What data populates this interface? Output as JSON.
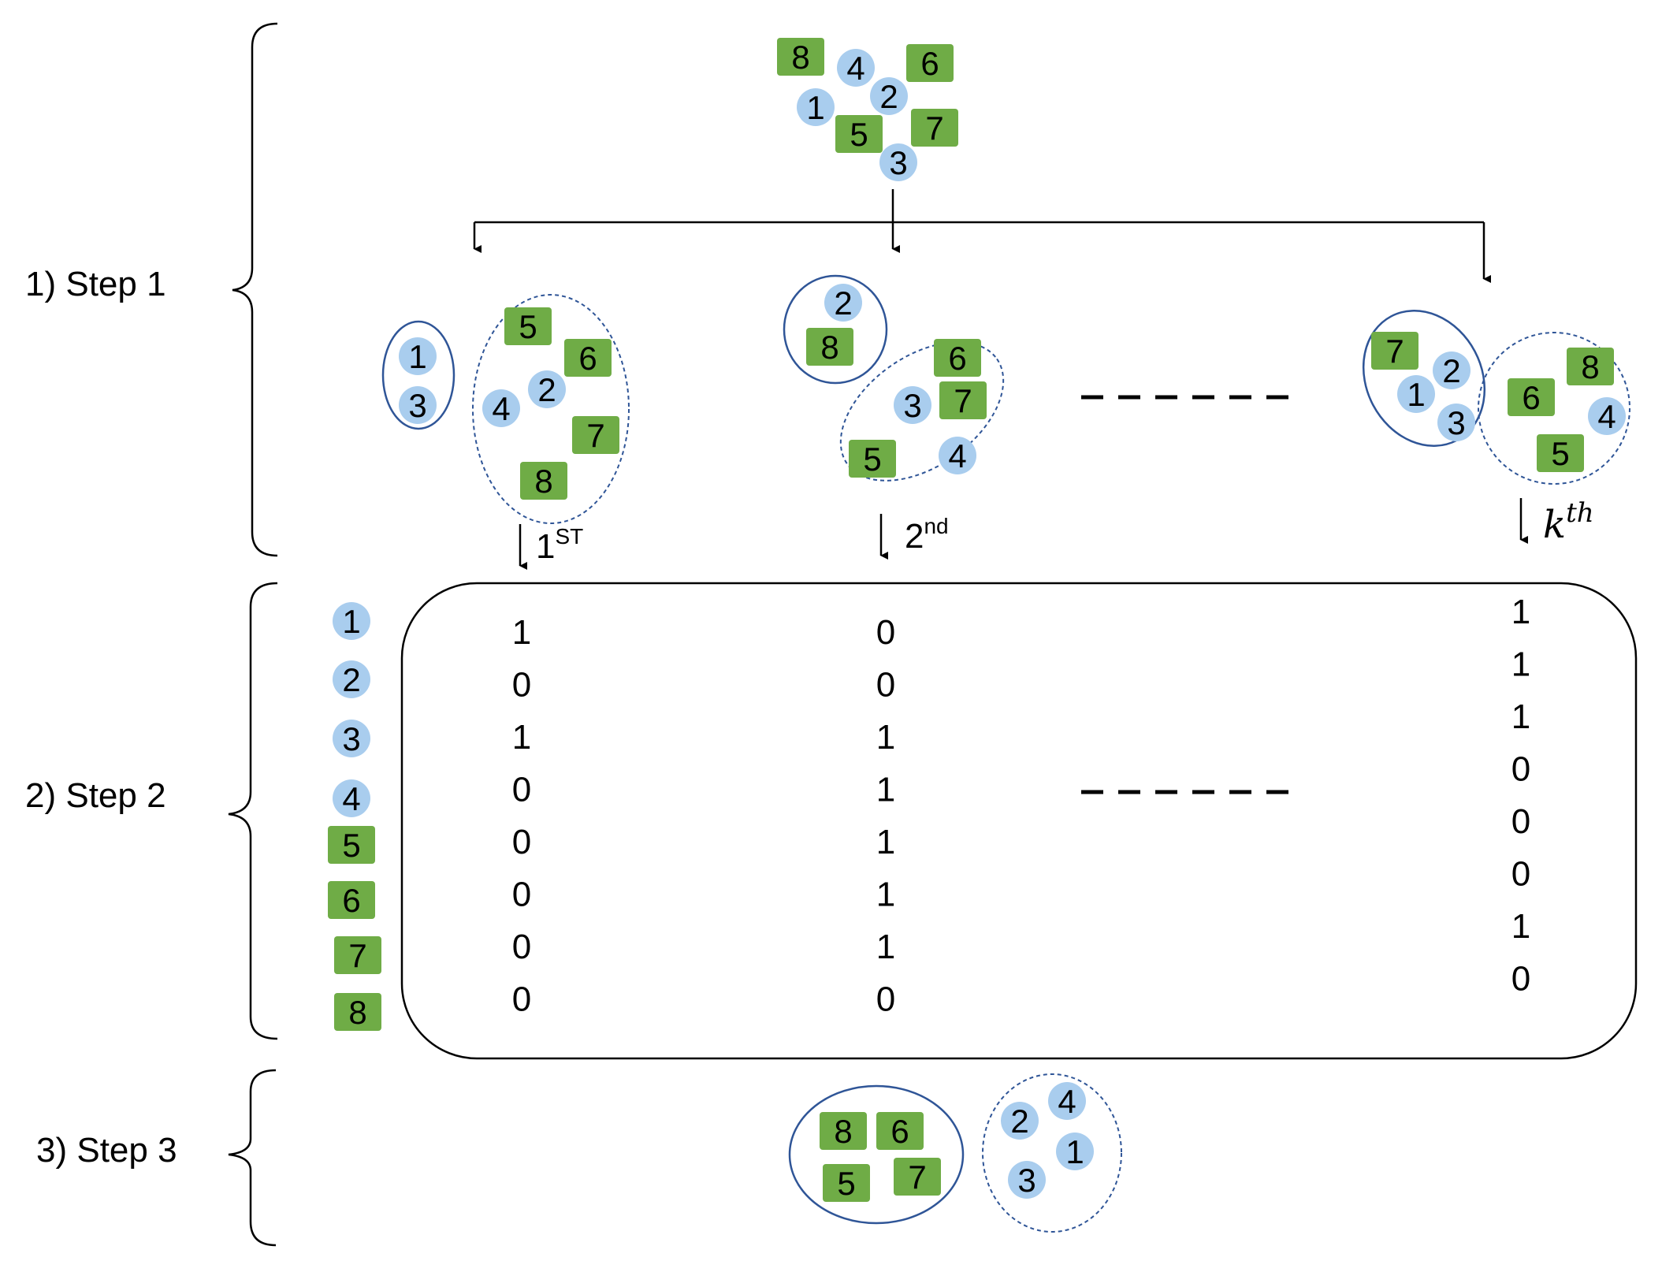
{
  "steps": [
    "1) Step 1",
    "2) Step 2",
    "3) Step 3"
  ],
  "iteration_labels": {
    "first": {
      "num": "1",
      "sup": "ST"
    },
    "second": {
      "num": "2",
      "sup": "nd"
    },
    "kth": {
      "base": "k",
      "sup": "th"
    }
  },
  "colors": {
    "circle_fill": "#a9cdee",
    "square_fill": "#6fac46",
    "ellipse_stroke": "#2f5597",
    "line": "#000000"
  },
  "item_types": {
    "1": "circle",
    "2": "circle",
    "3": "circle",
    "4": "circle",
    "5": "square",
    "6": "square",
    "7": "square",
    "8": "square"
  },
  "initial_items": [
    "8",
    "4",
    "6",
    "1",
    "2",
    "5",
    "7",
    "3"
  ],
  "clusterings": [
    {
      "iteration": "1st",
      "clusters": [
        {
          "style": "solid",
          "items": [
            "1",
            "3"
          ]
        },
        {
          "style": "dashed",
          "items": [
            "5",
            "6",
            "4",
            "2",
            "7",
            "8"
          ]
        }
      ]
    },
    {
      "iteration": "2nd",
      "clusters": [
        {
          "style": "solid",
          "items": [
            "2",
            "8"
          ]
        },
        {
          "style": "dashed",
          "items": [
            "6",
            "3",
            "7",
            "5",
            "4"
          ]
        }
      ]
    },
    {
      "iteration": "kth",
      "clusters": [
        {
          "style": "solid",
          "items": [
            "7",
            "2",
            "1",
            "3"
          ]
        },
        {
          "style": "dashed",
          "items": [
            "8",
            "6",
            "4",
            "5"
          ]
        }
      ]
    }
  ],
  "matrix": {
    "row_labels": [
      "1",
      "2",
      "3",
      "4",
      "5",
      "6",
      "7",
      "8"
    ],
    "columns": [
      [
        "1",
        "0",
        "1",
        "0",
        "0",
        "0",
        "0",
        "0"
      ],
      [
        "0",
        "0",
        "1",
        "1",
        "1",
        "1",
        "1",
        "0"
      ],
      [
        "1",
        "1",
        "1",
        "0",
        "0",
        "0",
        "1",
        "0"
      ]
    ]
  },
  "final_clusters": [
    {
      "style": "solid",
      "items": [
        "8",
        "6",
        "5",
        "7"
      ]
    },
    {
      "style": "dashed",
      "items": [
        "2",
        "4",
        "1",
        "3"
      ]
    }
  ]
}
